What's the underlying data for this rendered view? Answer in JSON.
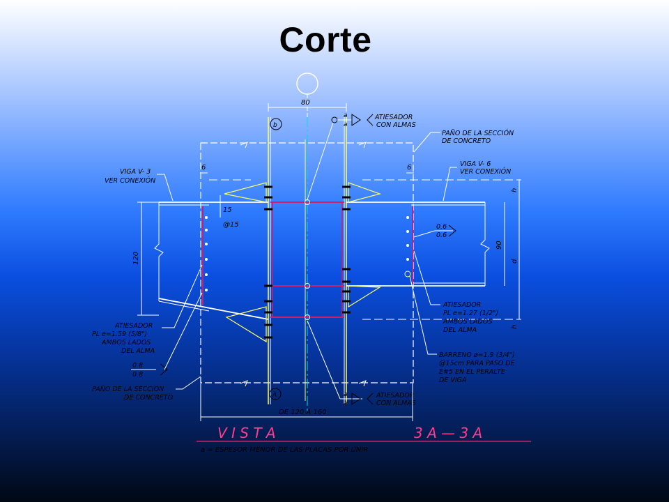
{
  "title": "Corte",
  "labels": {
    "dim_top": "80",
    "marker_b": "b",
    "marker_a": "A",
    "atiesador_top": "ATIESADOR",
    "con_almas_top": "CON ALMAS",
    "weld_a": "a",
    "pano_top_1": "PAÑO DE LA SECCIÓN",
    "pano_top_2": "DE CONCRETO",
    "viga_v3_1": "VIGA V- 3",
    "viga_v3_2": "VER CONEXIÓN",
    "viga_v6_1": "VIGA V- 6",
    "viga_v6_2": "VER CONEXIÓN",
    "dim_6_left": "6",
    "dim_6_right": "6",
    "dim_15": "15",
    "dim_at15": "@15",
    "dim_120": "120",
    "dim_90": "90",
    "dim_d": "d",
    "dim_h_top": "h",
    "dim_h_bot": "h",
    "weld_06_a": "0.6",
    "weld_06_b": "0.6",
    "weld_08_a": "0.8",
    "weld_08_b": "0.8",
    "at_left_1": "ATIESADOR",
    "at_left_2": "PL  e=1.59  (5/8\")",
    "at_left_3": "AMBOS LADOS",
    "at_left_4": "DEL ALMA",
    "at_right_1": "ATIESADOR",
    "at_right_2": "PL  e=1.27  (1/2\")",
    "at_right_3": "AMBOS LADOS",
    "at_right_4": "DEL ALMA",
    "barr_1": "BARRENO ø=1.9  (3/4\")",
    "barr_2": "@15cm  PARA PASO DE",
    "barr_3": "E#5 EN EL PERALTE",
    "barr_4": "DE VIGA",
    "pano_bot_1": "PAÑO DE LA SECCIÓN",
    "pano_bot_2": "DE CONCRETO",
    "atiesador_bot": "ATIESADOR",
    "con_almas_bot": "CON ALMAS",
    "dim_bottom": "DE 120 A 160",
    "vista_left": "V  I  S  T  A",
    "vista_right": "3 A   —   3 A",
    "note": "a = ESPESOR MENOR DE LAS PLACAS POR UNIR"
  },
  "colors": {
    "outline": "#ffffff",
    "text": "#000000",
    "plate": "#cc1f6b",
    "column_flange": "#ffff66",
    "centerline": "#00d7ff",
    "title_line": "#cc1f6b"
  }
}
